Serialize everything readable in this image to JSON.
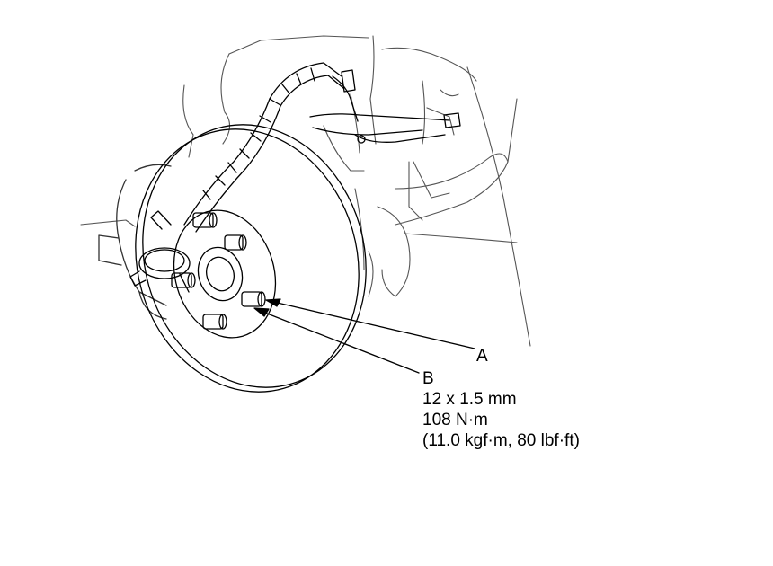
{
  "callouts": {
    "a": {
      "letter": "A"
    },
    "b": {
      "letter": "B",
      "thread_spec": "12 x 1.5 mm",
      "torque_nm": "108 N·m",
      "torque_alt": "(11.0 kgf·m, 80 lbf·ft)"
    }
  }
}
